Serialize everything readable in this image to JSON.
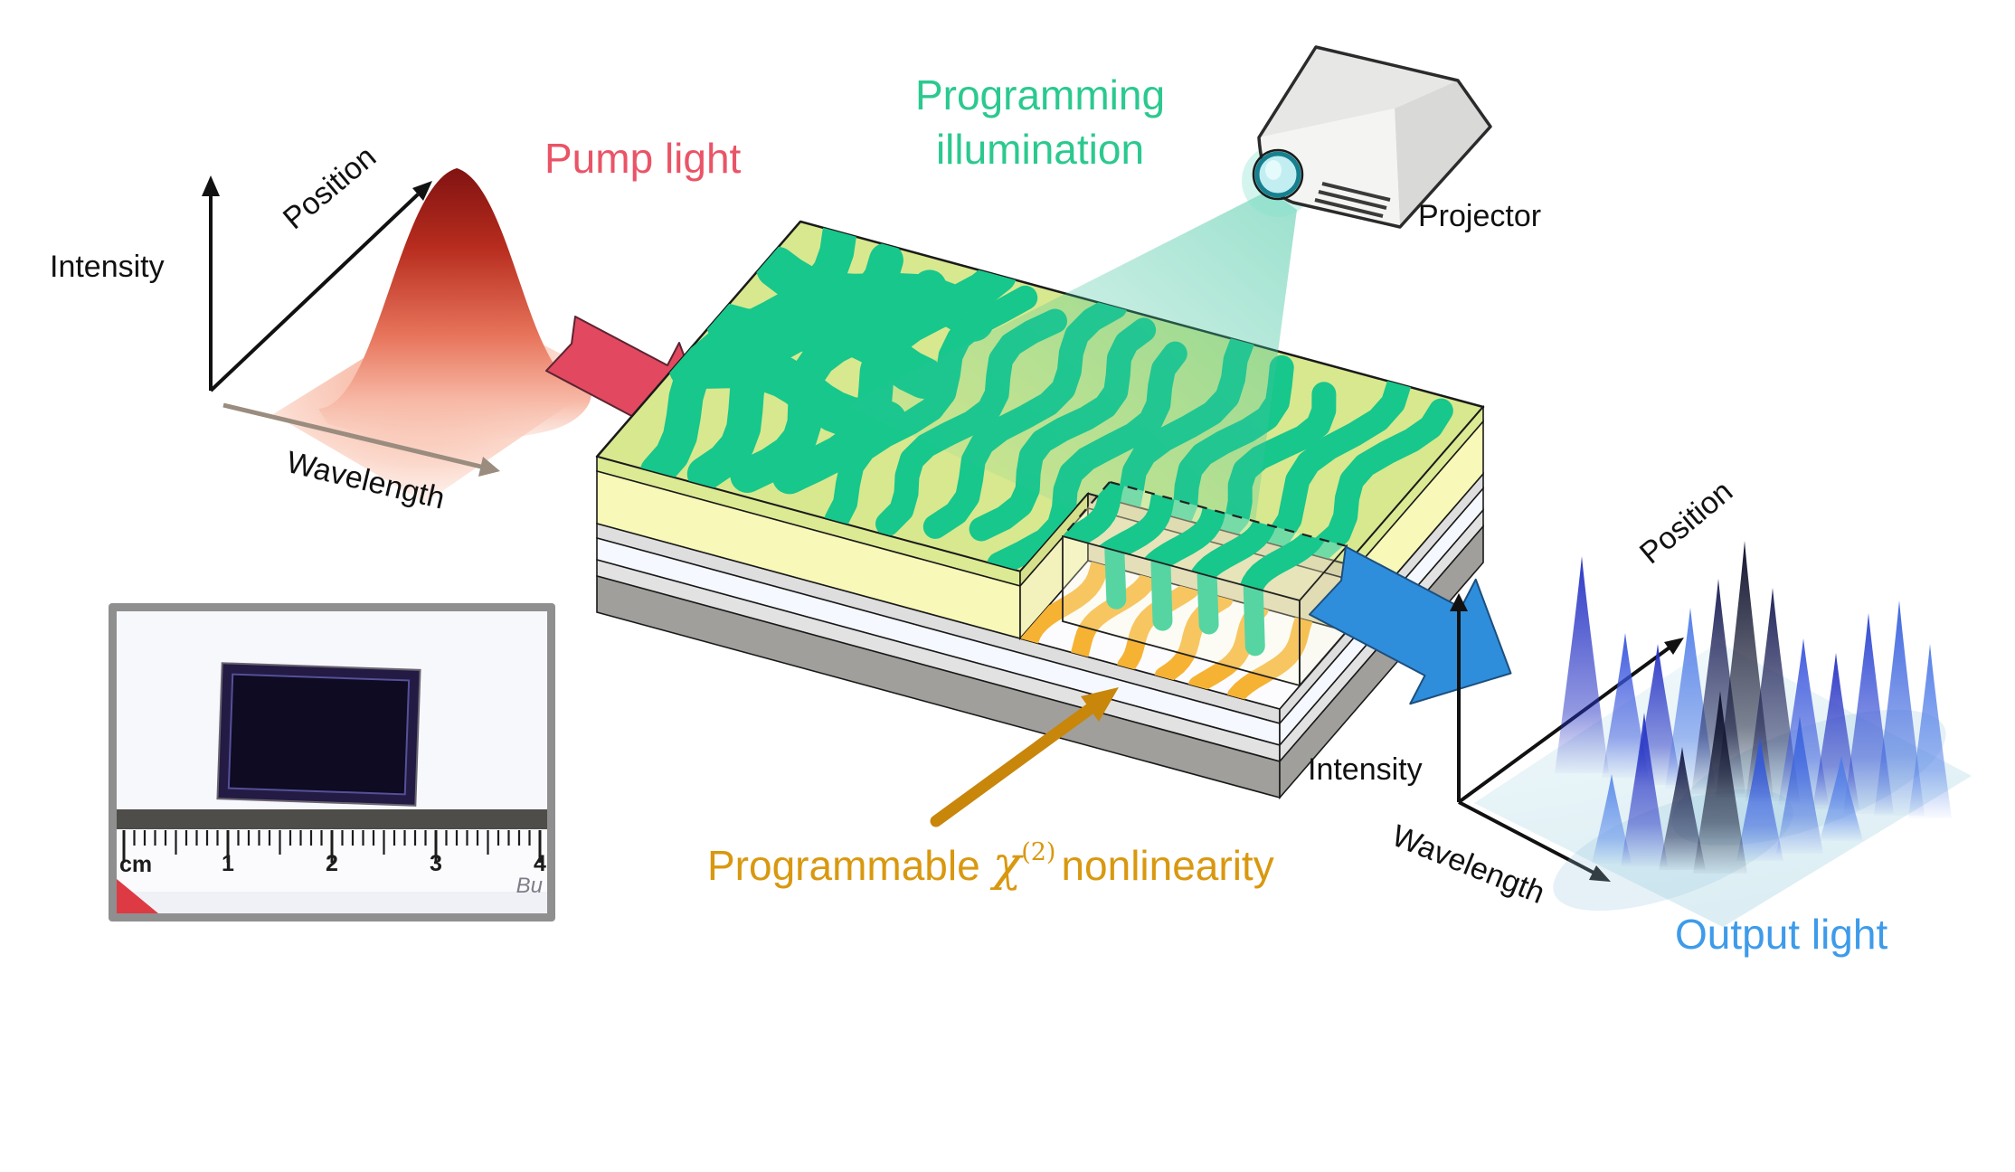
{
  "labels": {
    "pump_light": "Pump light",
    "programming_line1": "Programming",
    "programming_line2": "illumination",
    "projector": "Projector",
    "programmable_prefix": "Programmable",
    "chi": "χ",
    "chi_sup": "(2)",
    "programmable_suffix": "nonlinearity",
    "output_light": "Output light"
  },
  "pump_plot": {
    "intensity": "Intensity",
    "position": "Position",
    "wavelength": "Wavelength"
  },
  "output_plot": {
    "intensity": "Intensity",
    "position": "Position",
    "wavelength": "Wavelength",
    "peaks": [
      [
        1749,
        615,
        855,
        30,
        "#2633c4"
      ],
      [
        1797,
        700,
        860,
        26,
        "#3a56dd"
      ],
      [
        1833,
        712,
        868,
        26,
        "#2633c4"
      ],
      [
        1869,
        672,
        872,
        28,
        "#4f7ce8"
      ],
      [
        1900,
        640,
        878,
        30,
        "#1a1f55"
      ],
      [
        1929,
        598,
        882,
        32,
        "#0c0f2a"
      ],
      [
        1960,
        650,
        886,
        30,
        "#1a1f55"
      ],
      [
        1994,
        706,
        890,
        28,
        "#3a56dd"
      ],
      [
        2030,
        722,
        895,
        26,
        "#2633c4"
      ],
      [
        2066,
        678,
        900,
        28,
        "#2d46d2"
      ],
      [
        2100,
        664,
        902,
        28,
        "#3a63de"
      ],
      [
        2134,
        712,
        905,
        24,
        "#4f7ce8"
      ],
      [
        1782,
        856,
        955,
        22,
        "#5b8bea"
      ],
      [
        1818,
        788,
        958,
        26,
        "#2633c4"
      ],
      [
        1860,
        826,
        962,
        26,
        "#141a45"
      ],
      [
        1902,
        764,
        966,
        30,
        "#0c0f2a"
      ],
      [
        1946,
        814,
        952,
        26,
        "#2f55dd"
      ],
      [
        1990,
        792,
        944,
        26,
        "#3a63de"
      ],
      [
        2036,
        836,
        930,
        24,
        "#4f7ce8"
      ]
    ]
  },
  "photo": {
    "ruler": {
      "unit": "cm",
      "marks": [
        "1",
        "2",
        "3",
        "4"
      ],
      "brand": "Bu"
    }
  },
  "colors": {
    "pump_red": "#EA5467",
    "pump_arrow": "#E2485F",
    "programming_green": "#2BC98F",
    "pattern_green": "#17C78C",
    "nonlinearity_gold_text": "#D9980F",
    "nonlinearity_orange": "#F6B233",
    "gold_arrow": "#C8860B",
    "output_arrow_blue": "#2F8EDC",
    "output_text_blue": "#3E9BEA",
    "chip_top": "#D8E88E",
    "chip_yellow": "#F8F8B8"
  }
}
